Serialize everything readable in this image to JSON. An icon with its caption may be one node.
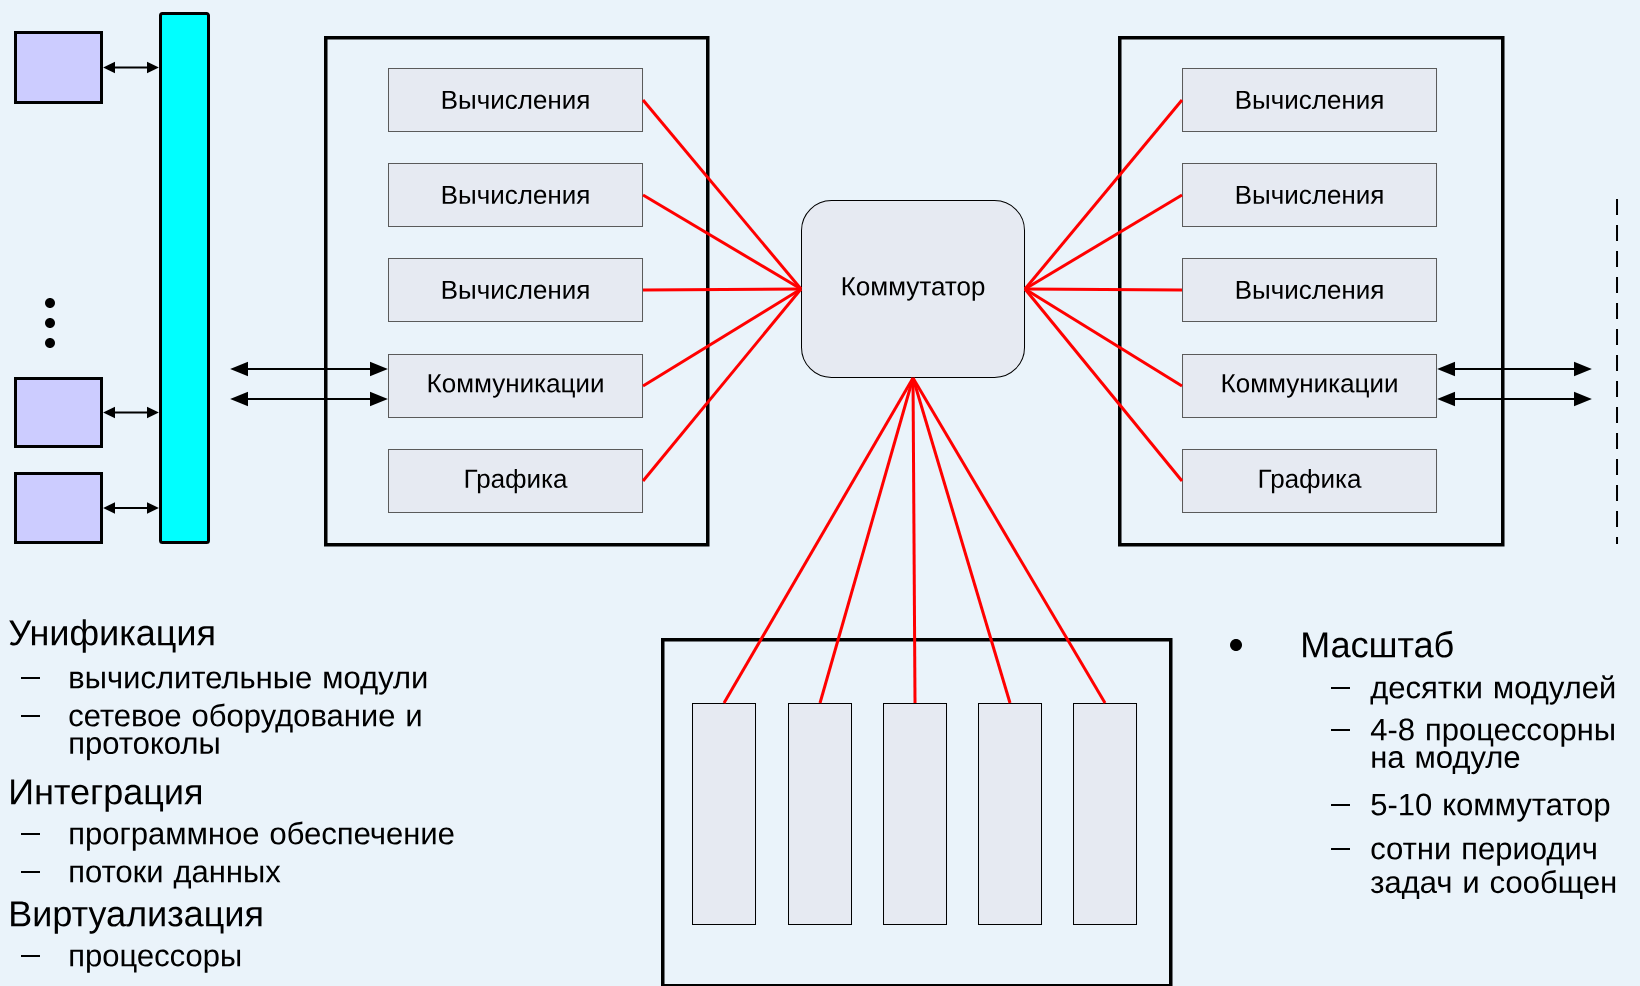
{
  "diagram": {
    "nodes": [
      {
        "text": [],
        "shape": "box"
      },
      {
        "text": [],
        "shape": "box"
      },
      {
        "text": [],
        "shape": "box"
      },
      {
        "text": [],
        "shape": "bar"
      },
      {
        "text": [],
        "shape": "box"
      },
      {
        "text": [
          "Вычисления"
        ],
        "in": 4
      },
      {
        "text": [
          "Вычисления"
        ],
        "in": 4
      },
      {
        "text": [
          "Вычисления"
        ],
        "in": 4
      },
      {
        "text": [
          "Коммуникации"
        ],
        "in": 4
      },
      {
        "text": [
          "Графика"
        ],
        "in": 4
      },
      {
        "text": [
          "Коммутатор"
        ]
      },
      {
        "text": [],
        "shape": "box"
      },
      {
        "text": [
          "Вычисления"
        ],
        "in": 11
      },
      {
        "text": [
          "Вычисления"
        ],
        "in": 11
      },
      {
        "text": [
          "Вычисления"
        ],
        "in": 11
      },
      {
        "text": [
          "Коммуникации"
        ],
        "in": 11
      },
      {
        "text": [
          "Графика"
        ],
        "in": 11
      },
      {
        "text": [],
        "shape": "box"
      },
      {
        "text": [],
        "shape": "box",
        "in": 17
      },
      {
        "text": [],
        "shape": "box",
        "in": 17
      },
      {
        "text": [],
        "shape": "box",
        "in": 17
      },
      {
        "text": [],
        "shape": "box",
        "in": 17
      },
      {
        "text": [],
        "shape": "box",
        "in": 17
      }
    ],
    "edges": [
      {
        "from": 0,
        "to": 3,
        "arrow": "both",
        "color": "#000000"
      },
      {
        "from": 1,
        "to": 3,
        "arrow": "both",
        "color": "#000000"
      },
      {
        "from": 2,
        "to": 3,
        "arrow": "both",
        "color": "#000000"
      },
      {
        "from": null,
        "to": 8,
        "arrow": "both",
        "color": "#000000"
      },
      {
        "from": null,
        "to": 8,
        "arrow": "both",
        "color": "#000000"
      },
      {
        "from": 5,
        "to": 10,
        "arrow": "none"
      },
      {
        "from": 6,
        "to": 10,
        "arrow": "none"
      },
      {
        "from": 7,
        "to": 10,
        "arrow": "none"
      },
      {
        "from": 8,
        "to": 10,
        "arrow": "none"
      },
      {
        "from": 9,
        "to": 10,
        "arrow": "none"
      },
      {
        "from": 10,
        "to": 12,
        "arrow": "none"
      },
      {
        "from": 10,
        "to": 13,
        "arrow": "none"
      },
      {
        "from": 10,
        "to": 14,
        "arrow": "none"
      },
      {
        "from": 10,
        "to": 15,
        "arrow": "none"
      },
      {
        "from": 10,
        "to": 16,
        "arrow": "none"
      },
      {
        "from": 15,
        "to": null,
        "arrow": "both",
        "color": "#000000"
      },
      {
        "from": 15,
        "to": null,
        "arrow": "both",
        "color": "#000000"
      },
      {
        "from": 18,
        "to": 10,
        "arrow": "none"
      },
      {
        "from": 19,
        "to": 10,
        "arrow": "none"
      },
      {
        "from": 20,
        "to": 10,
        "arrow": "none"
      },
      {
        "from": 21,
        "to": 10,
        "arrow": "none"
      },
      {
        "from": 22,
        "to": 10,
        "arrow": "none"
      }
    ],
    "labels": [
      "Унификация",
      "вычислительные модули",
      "сетевое оборудование и протоколы",
      "Интеграция",
      "программное обеспечение",
      "потоки данных",
      "Виртуализация",
      "процессоры",
      "Масштаб",
      "десятки модулей",
      "4-8 процессорны на модуле",
      "5-10 коммутатор",
      "сотни периодич задач и сообщен"
    ]
  }
}
